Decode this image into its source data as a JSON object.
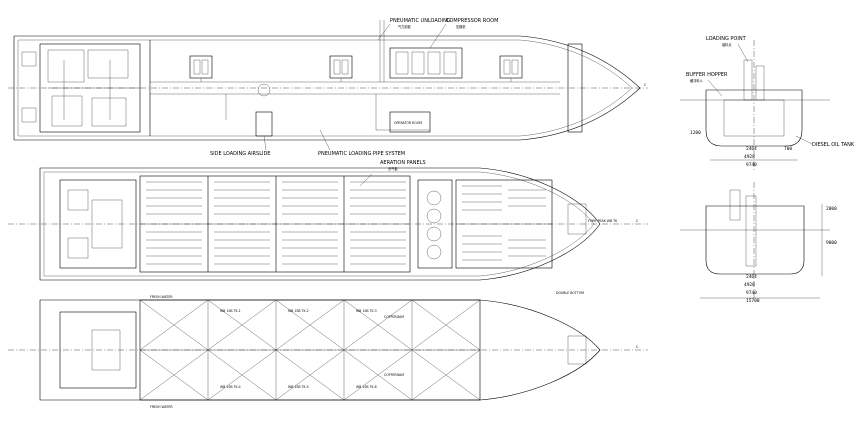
{
  "labels": {
    "pneumatic_unloading": "PNEUMATIC UNLOADING",
    "pneumatic_unloading_cn": "气力卸载",
    "compressor_room": "COMPRESSOR ROOM",
    "compressor_room_cn": "压缩机",
    "side_loading_airslide": "SIDE LOADING AIRSLIDE",
    "pneumatic_loading_pipe": "PNEUMATIC LOADING PIPE SYSTEM",
    "aeration_panels": "AERATION PANELS",
    "aeration_panels_cn": "充气板",
    "loading_point": "LOADING POINT",
    "loading_point_cn": "装料点",
    "buffer_hopper": "BUFFER HOPPER",
    "buffer_hopper_cn": "缓冲料斗",
    "diesel_oil_tank": "DIESEL OIL TANK",
    "double_bottom": "DOUBLE BOTTOM",
    "operator_room": "OPERATOR ROOM",
    "fore_peak": "FORE PEAK WB TK",
    "cofferdam": "COFFERDAM",
    "fresh_water": "FRESH WATER",
    "wb_tanks": [
      "WB 1SB TK.1",
      "WB 1SB TK.2",
      "WB 1SB TK.3",
      "WB 1SB TK.4",
      "WB 1SB TK.5",
      "WB 1SB TK.6"
    ],
    "mid_labels": [
      "C",
      "C",
      "C"
    ]
  },
  "dimensions": {
    "section1_w1": "2464",
    "section1_w2": "4928",
    "section1_w3": "9740",
    "section1_h": "1200",
    "section1_side": "700",
    "section2_w1": "2464",
    "section2_w2": "4928",
    "section2_w3": "9740",
    "section2_total": "15700",
    "section2_h1": "2000",
    "section2_h2": "9000"
  }
}
